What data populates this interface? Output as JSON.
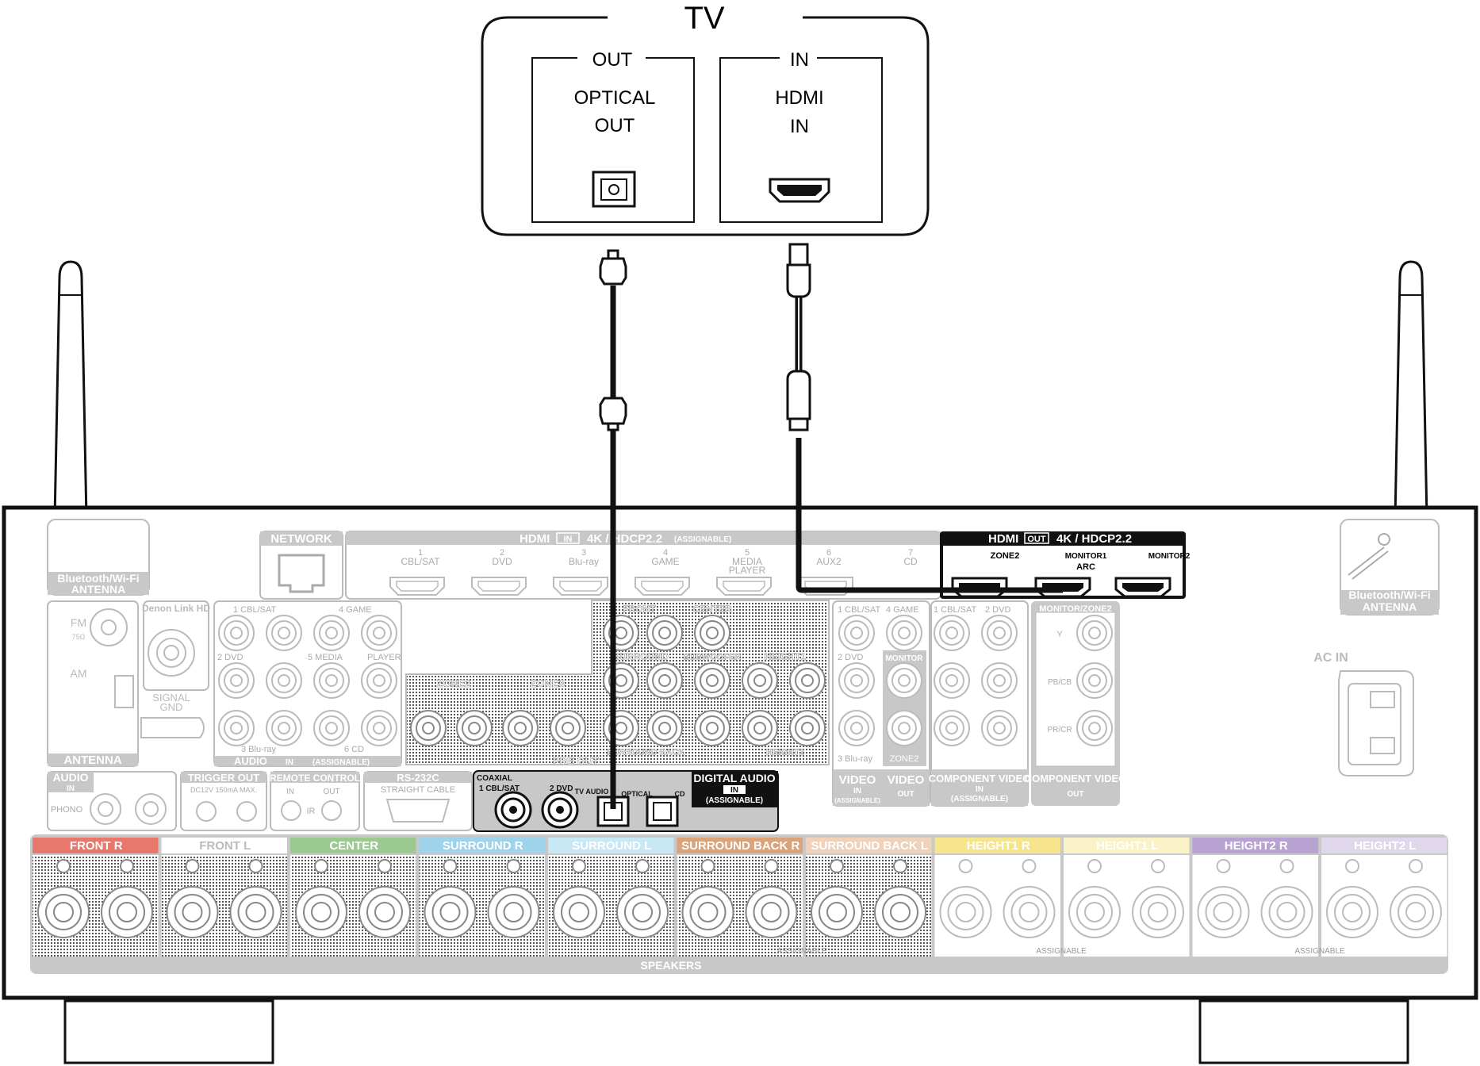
{
  "tv": {
    "title": "TV",
    "out_header": "OUT",
    "optical_out_line1": "OPTICAL",
    "optical_out_line2": "OUT",
    "in_header": "IN",
    "hdmi_in_line1": "HDMI",
    "hdmi_in_line2": "IN"
  },
  "receiver": {
    "bt_antenna_left": [
      "Bluetooth/Wi-Fi",
      "ANTENNA"
    ],
    "bt_antenna_right": [
      "Bluetooth/Wi-Fi",
      "ANTENNA"
    ],
    "network": "NETWORK",
    "hdmi_in": {
      "header": "HDMI",
      "in_badge": "IN",
      "spec": "4K / HDCP2.2",
      "assignable": "(ASSIGNABLE)",
      "inputs": [
        {
          "num": "1",
          "name": "CBL/SAT"
        },
        {
          "num": "2",
          "name": "DVD"
        },
        {
          "num": "3",
          "name": "Blu-ray"
        },
        {
          "num": "4",
          "name": "GAME"
        },
        {
          "num": "5",
          "name": "MEDIA PLAYER"
        },
        {
          "num": "6",
          "name": "AUX2"
        },
        {
          "num": "7",
          "name": "CD"
        }
      ]
    },
    "hdmi_out": {
      "header": "HDMI",
      "out_badge": "OUT",
      "spec": "4K / HDCP2.2",
      "zone2": "ZONE2",
      "monitor1": "MONITOR1",
      "arc": "ARC",
      "monitor2": "MONITOR2"
    },
    "antenna": {
      "fm": "FM",
      "ohm": "75Ω",
      "am": "AM",
      "label": "ANTENNA",
      "denon_link": "Denon Link HD",
      "signal_gnd": [
        "SIGNAL",
        "GND"
      ]
    },
    "audio_in": {
      "cbl": "1 CBL/SAT",
      "game": "4 GAME",
      "dvd": "2 DVD",
      "media": "5 MEDIA",
      "player": "PLAYER",
      "bluray": "3 Blu-ray",
      "cd": "6 CD",
      "label": "AUDIO",
      "in_badge": "IN",
      "assignable": "(ASSIGNABLE)"
    },
    "pre_out": {
      "front": "FRONT",
      "center": "CENTER",
      "surround": "SURROUND",
      "subwoofer": "SUBWOOFER",
      "height1": "HEIGHT1",
      "surround_back": "SURROUND BACK",
      "height2": "HEIGHT2",
      "zone2": "ZONE2",
      "zone3": "ZONE3",
      "label": "PRE OUT"
    },
    "video": {
      "cbl": "1 CBL/SAT",
      "game": "4 GAME",
      "dvd": "2 DVD",
      "monitor": "MONITOR",
      "bluray": "3 Blu-ray",
      "zone2": "ZONE2",
      "video_label": "VIDEO",
      "in_badge": "IN",
      "out_badge": "OUT",
      "assignable": "(ASSIGNABLE)"
    },
    "component": {
      "cbl": "1 CBL/SAT",
      "dvd": "2 DVD",
      "monitor_zone2": "MONITOR/ZONE2",
      "y": "Y",
      "pb": "PB/CB",
      "pr": "PR/CR",
      "label_in": "COMPONENT VIDEO",
      "label_out": "COMPONENT VIDEO",
      "in_badge": "IN",
      "out_badge": "OUT",
      "assignable": "(ASSIGNABLE)"
    },
    "ac_in": "AC IN",
    "audio_phono": {
      "label": "AUDIO",
      "in_badge": "IN",
      "phono": "PHONO"
    },
    "trigger_out": {
      "label": "TRIGGER OUT",
      "spec": "DC12V 150mA MAX."
    },
    "remote_control": {
      "label": "REMOTE CONTROL",
      "in_badge": "IN",
      "out_badge": "OUT",
      "ir": "IR"
    },
    "rs232c": {
      "label": "RS-232C",
      "cable": "STRAIGHT CABLE"
    },
    "digital_audio": {
      "coaxial": "COAXIAL",
      "coax1": "1 CBL/SAT",
      "coax2": "2 DVD",
      "tv_audio": "TV AUDIO",
      "optical": "OPTICAL",
      "cd": "CD",
      "title": "DIGITAL AUDIO",
      "in_badge": "IN",
      "assignable": "(ASSIGNABLE)"
    },
    "speakers": {
      "label": "SPEAKERS",
      "assignable": "ASSIGNABLE",
      "channels": [
        {
          "name": "FRONT",
          "side": "R",
          "color": "#e8786b"
        },
        {
          "name": "FRONT",
          "side": "L",
          "color": "#ffffff"
        },
        {
          "name": "CENTER",
          "side": "",
          "color": "#9bc98f"
        },
        {
          "name": "SURROUND",
          "side": "R",
          "color": "#9fd3ec"
        },
        {
          "name": "SURROUND",
          "side": "L",
          "color": "#c9e8f5"
        },
        {
          "name": "SURROUND BACK",
          "side": "R",
          "color": "#d9a37c"
        },
        {
          "name": "SURROUND BACK",
          "side": "L",
          "color": "#f0d2bb"
        },
        {
          "name": "HEIGHT1",
          "side": "R",
          "color": "#f6e58c"
        },
        {
          "name": "HEIGHT1",
          "side": "L",
          "color": "#fbf3c8"
        },
        {
          "name": "HEIGHT2",
          "side": "R",
          "color": "#b7a2d2"
        },
        {
          "name": "HEIGHT2",
          "side": "L",
          "color": "#e0d7ec"
        }
      ]
    }
  }
}
